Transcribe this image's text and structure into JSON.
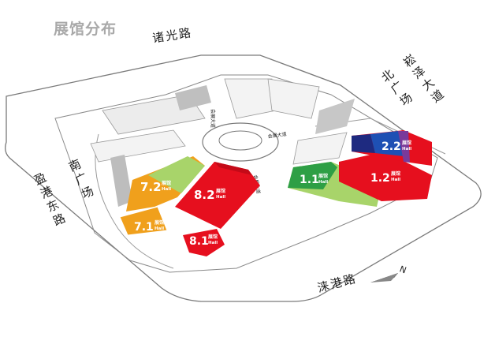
{
  "title": "展馆分布",
  "roads": {
    "top": "诸光路",
    "right_upper": "崧泽大道",
    "north_square": "北广场",
    "south_square": "南广场",
    "left": "盈港东路",
    "bottom": "涞港路"
  },
  "avenue_labels": [
    "会展大道",
    "会展大道",
    "会展大道"
  ],
  "compass": {
    "label": "N"
  },
  "halls": [
    {
      "id": "7.2",
      "cn": "展馆",
      "en": "Hall",
      "color": "#f0a01c"
    },
    {
      "id": "7.1",
      "cn": "展馆",
      "en": "Hall",
      "color": "#f0a01c"
    },
    {
      "id": "8.2",
      "cn": "展馆",
      "en": "Hall",
      "color": "#e60f1e"
    },
    {
      "id": "8.1",
      "cn": "展馆",
      "en": "Hall",
      "color": "#e60f1e"
    },
    {
      "id": "1.1",
      "cn": "展馆",
      "en": "Hall",
      "color": "#2e9f45"
    },
    {
      "id": "1.2",
      "cn": "展馆",
      "en": "Hall",
      "color": "#e60f1e"
    },
    {
      "id": "2.2",
      "cn": "展馆",
      "en": "Hall",
      "color": "#1e50b4"
    }
  ],
  "colors": {
    "orange": "#f0a01c",
    "light_green": "#a8d46a",
    "red": "#e60f1e",
    "green": "#2e9f45",
    "navy": "#1e2a80",
    "blue": "#1e50b4",
    "purple": "#7a3a9a",
    "gray_building": "#d9d9d9"
  }
}
